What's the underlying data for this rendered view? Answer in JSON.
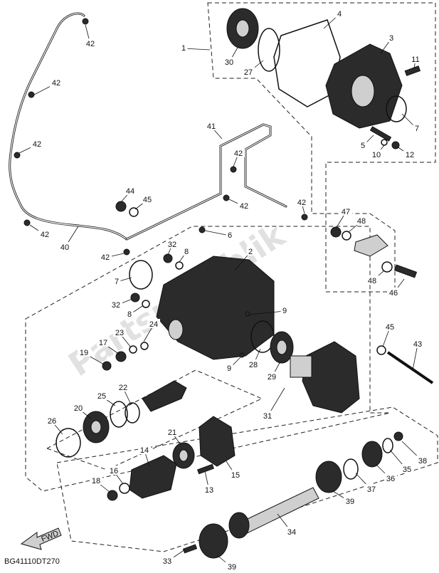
{
  "diagram": {
    "code": "BG41110DT270",
    "watermark": "Partsrepublik",
    "fwd_label": "FWD",
    "callouts": [
      "1",
      "2",
      "3",
      "4",
      "5",
      "6",
      "7",
      "7",
      "8",
      "8",
      "9",
      "9",
      "10",
      "11",
      "12",
      "13",
      "14",
      "15",
      "16",
      "17",
      "18",
      "19",
      "20",
      "21",
      "22",
      "23",
      "24",
      "25",
      "26",
      "27",
      "28",
      "29",
      "30",
      "31",
      "32",
      "32",
      "33",
      "34",
      "35",
      "36",
      "37",
      "38",
      "39",
      "39",
      "40",
      "41",
      "42",
      "42",
      "42",
      "42",
      "42",
      "42",
      "42",
      "42",
      "43",
      "44",
      "45",
      "45",
      "46",
      "47",
      "48",
      "48"
    ]
  }
}
